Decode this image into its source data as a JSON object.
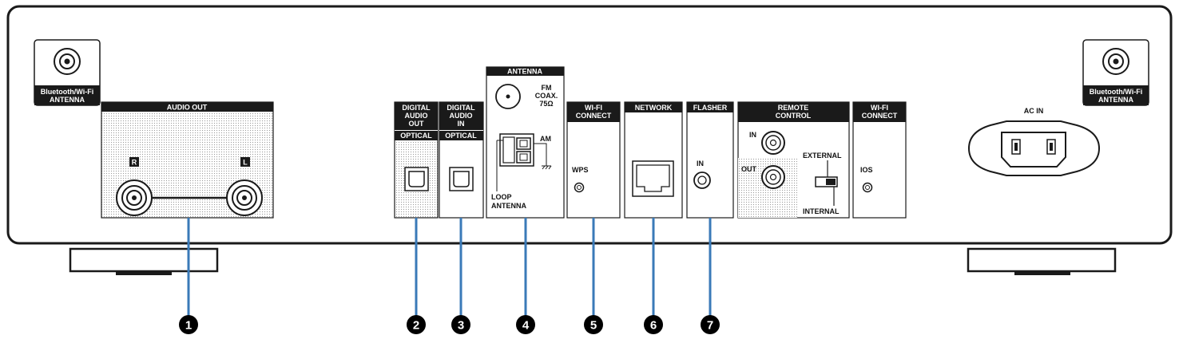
{
  "labels": {
    "bt_wifi_antenna_left_1": "Bluetooth/Wi-Fi",
    "bt_wifi_antenna_left_2": "ANTENNA",
    "bt_wifi_antenna_right_1": "Bluetooth/Wi-Fi",
    "bt_wifi_antenna_right_2": "ANTENNA",
    "audio_out": "AUDIO OUT",
    "audio_out_r": "R",
    "audio_out_l": "L",
    "digital_out_1": "DIGITAL",
    "digital_out_2": "AUDIO",
    "digital_out_3": "OUT",
    "digital_out_optical": "OPTICAL",
    "digital_in_1": "DIGITAL",
    "digital_in_2": "AUDIO",
    "digital_in_3": "IN",
    "digital_in_optical": "OPTICAL",
    "antenna": "ANTENNA",
    "fm_1": "FM",
    "fm_2": "COAX.",
    "fm_3": "75Ω",
    "am": "AM",
    "loop_1": "LOOP",
    "loop_2": "ANTENNA",
    "wifi_connect_1": "WI-FI",
    "wifi_connect_2": "CONNECT",
    "wps": "WPS",
    "network": "NETWORK",
    "flasher": "FLASHER",
    "flasher_in": "IN",
    "remote_1": "REMOTE",
    "remote_2": "CONTROL",
    "remote_in": "IN",
    "remote_out": "OUT",
    "external": "EXTERNAL",
    "internal": "INTERNAL",
    "wifi_connect2_1": "WI-FI",
    "wifi_connect2_2": "CONNECT",
    "ios": "IOS",
    "ac_in": "AC IN"
  },
  "callouts": [
    "1",
    "2",
    "3",
    "4",
    "5",
    "6",
    "7"
  ],
  "colors": {
    "panel": "#1a1a1a",
    "callout_line": "#3a7ab8",
    "callout_dot": "#000000"
  }
}
